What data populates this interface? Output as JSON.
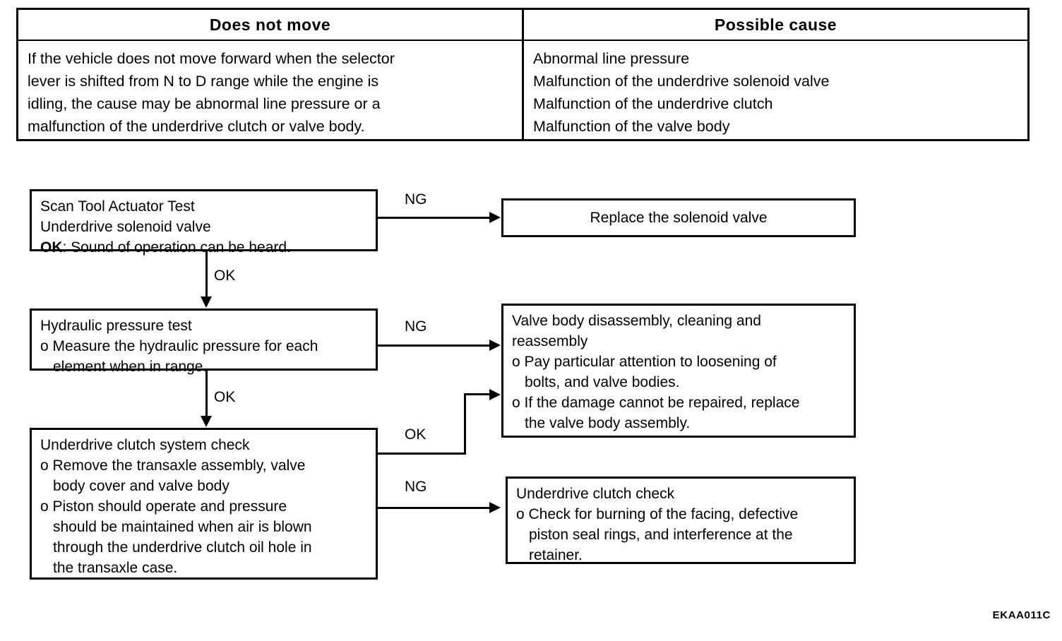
{
  "symptom_table": {
    "headers": [
      "Does not move",
      "Possible cause"
    ],
    "symptom_lines": [
      "If the vehicle does not move forward when the selector",
      "lever is shifted from N to D range while the engine is",
      "idling, the cause may be abnormal line pressure or a",
      "malfunction of the underdrive clutch or valve body."
    ],
    "cause_lines": [
      "Abnormal line pressure",
      "Malfunction of the underdrive solenoid valve",
      "Malfunction of the underdrive clutch",
      "Malfunction of the valve body"
    ]
  },
  "flowchart": {
    "box_scan_tool": {
      "line1": "Scan Tool Actuator Test",
      "line2": "Underdrive solenoid valve",
      "line3_label": "OK",
      "line3_rest": ": Sound of operation can be heard."
    },
    "box_replace_solenoid": {
      "line1": "Replace the solenoid valve"
    },
    "box_hydraulic_test": {
      "line1": "Hydraulic pressure test",
      "line2": "o Measure the hydraulic pressure for each",
      "line3": "element when in range."
    },
    "box_valve_body": {
      "line1": "Valve body disassembly, cleaning and",
      "line2": "reassembly",
      "line3": "o Pay particular attention to loosening of",
      "line4": "bolts, and valve bodies.",
      "line5": "o If the damage cannot be repaired, replace",
      "line6": "the valve body assembly."
    },
    "box_clutch_system_check": {
      "line1": "Underdrive clutch system check",
      "line2": "o Remove the transaxle assembly, valve",
      "line3": "body cover and valve body",
      "line4": "o Piston should operate and pressure",
      "line5": "should be maintained when air is blown",
      "line6": "through the underdrive clutch oil hole in",
      "line7": "the transaxle case."
    },
    "box_clutch_check": {
      "line1": "Underdrive clutch check",
      "line2": "o Check for burning of the facing, defective",
      "line3": "piston seal rings, and interference at the",
      "line4": "retainer."
    },
    "edges": {
      "scan_ng": "NG",
      "scan_ok": "OK",
      "hydraulic_ng": "NG",
      "hydraulic_ok": "OK",
      "clutch_ok": "OK",
      "clutch_ng": "NG"
    }
  },
  "figure_code": "EKAA011C"
}
